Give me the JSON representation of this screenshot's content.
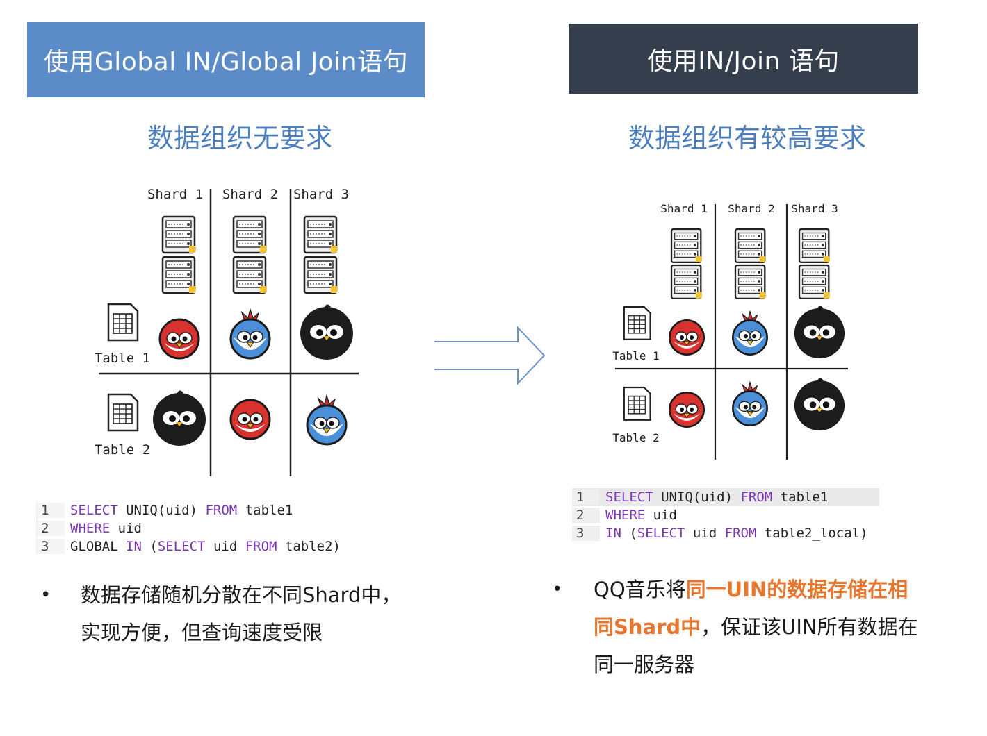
{
  "left_panel": {
    "header": "使用Global IN/Global Join语句",
    "subtitle": "数据组织无要求",
    "shard_labels": [
      "Shard 1",
      "Shard 2",
      "Shard 3"
    ],
    "table_labels": [
      "Table 1",
      "Table 2"
    ],
    "code": [
      {
        "num": "1",
        "parts": [
          {
            "t": "SELECT",
            "kw": true
          },
          {
            "t": " UNIQ(uid) "
          },
          {
            "t": "FROM",
            "kw": true
          },
          {
            "t": " table1"
          }
        ]
      },
      {
        "num": "2",
        "parts": [
          {
            "t": "WHERE",
            "kw": true
          },
          {
            "t": " uid"
          }
        ]
      },
      {
        "num": "3",
        "parts": [
          {
            "t": "GLOBAL "
          },
          {
            "t": "IN",
            "kw": true
          },
          {
            "t": " ("
          },
          {
            "t": "SELECT",
            "kw": true
          },
          {
            "t": " uid "
          },
          {
            "t": "FROM",
            "kw": true
          },
          {
            "t": " table2)"
          }
        ]
      }
    ],
    "bullet_line1": "数据存储随机分散在不同Shard中，",
    "bullet_line2": "实现方便，但查询速度受限"
  },
  "right_panel": {
    "header": "使用IN/Join 语句",
    "subtitle": "数据组织有较高要求",
    "shard_labels": [
      "Shard 1",
      "Shard 2",
      "Shard 3"
    ],
    "table_labels": [
      "Table 1",
      "Table 2"
    ],
    "code": [
      {
        "num": "1",
        "parts": [
          {
            "t": "SELECT",
            "kw": true
          },
          {
            "t": " UNIQ(uid) "
          },
          {
            "t": "FROM",
            "kw": true
          },
          {
            "t": " table1"
          }
        ]
      },
      {
        "num": "2",
        "parts": [
          {
            "t": "WHERE",
            "kw": true
          },
          {
            "t": " uid"
          }
        ]
      },
      {
        "num": "3",
        "parts": [
          {
            "t": "IN",
            "kw": true
          },
          {
            "t": " ("
          },
          {
            "t": "SELECT",
            "kw": true
          },
          {
            "t": " uid "
          },
          {
            "t": "FROM",
            "kw": true
          },
          {
            "t": " table2_local)"
          }
        ]
      }
    ],
    "bullet_prefix": "QQ音乐将",
    "bullet_highlight_1": "同一UIN的数据存储在相",
    "bullet_highlight_2": "同Shard中",
    "bullet_rest": "，保证该UIN所有数据在",
    "bullet_line3": "同一服务器"
  },
  "colors": {
    "header_left_bg": "#5b8cc8",
    "header_right_bg": "#353e4d",
    "subtitle": "#4d7fbf",
    "keyword": "#7b36b5",
    "highlight": "#e8772e",
    "bird_red": "#d8322e",
    "bird_blue": "#4a8fd8",
    "bird_black": "#1c1c1c"
  },
  "icons": [
    "server-rack-icon",
    "table-document-icon",
    "red-bird-icon",
    "blue-bird-icon",
    "black-bird-icon",
    "right-arrow-icon"
  ]
}
